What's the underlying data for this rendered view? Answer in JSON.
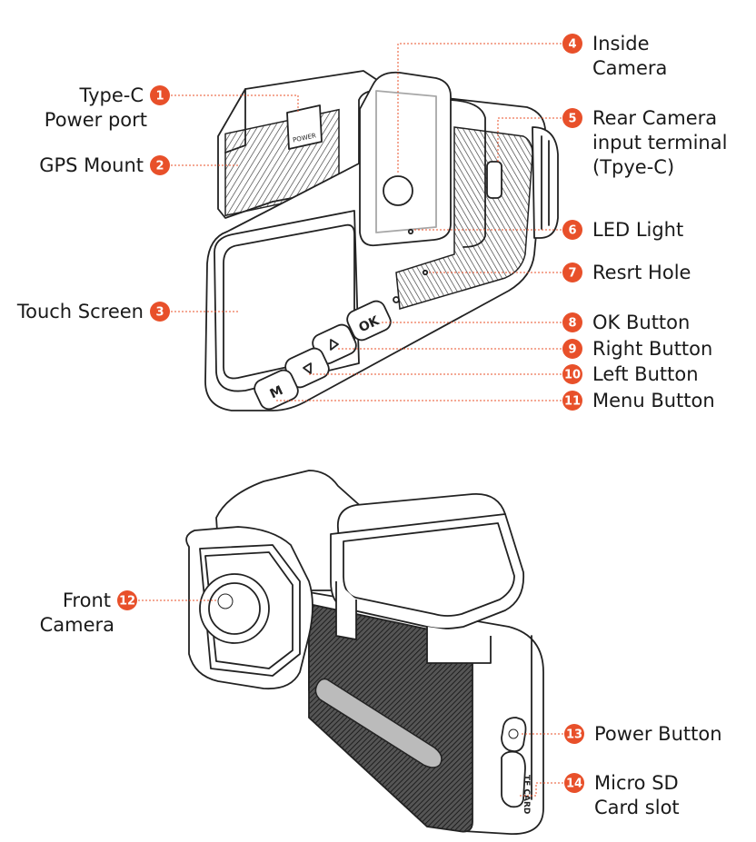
{
  "accent": "#e8502a",
  "callouts": [
    {
      "num": "1",
      "lines": [
        "Type-C",
        "Power port"
      ]
    },
    {
      "num": "2",
      "lines": [
        "GPS Mount"
      ]
    },
    {
      "num": "3",
      "lines": [
        "Touch Screen"
      ]
    },
    {
      "num": "4",
      "lines": [
        "Inside",
        "Camera"
      ]
    },
    {
      "num": "5",
      "lines": [
        "Rear Camera",
        "input terminal",
        "(Tpye-C)"
      ]
    },
    {
      "num": "6",
      "lines": [
        "LED Light"
      ]
    },
    {
      "num": "7",
      "lines": [
        "Resrt Hole"
      ]
    },
    {
      "num": "8",
      "lines": [
        "OK Button"
      ]
    },
    {
      "num": "9",
      "lines": [
        "Right Button"
      ]
    },
    {
      "num": "10",
      "lines": [
        "Left Button"
      ]
    },
    {
      "num": "11",
      "lines": [
        "Menu Button"
      ]
    },
    {
      "num": "12",
      "lines": [
        "Front",
        "Camera"
      ]
    },
    {
      "num": "13",
      "lines": [
        "Power Button"
      ]
    },
    {
      "num": "14",
      "lines": [
        "Micro SD",
        "Card slot"
      ]
    }
  ],
  "device_markings": {
    "power_port": "POWER",
    "ok_key": "OK",
    "menu_key": "M",
    "sd_slot": "TF CARD"
  }
}
